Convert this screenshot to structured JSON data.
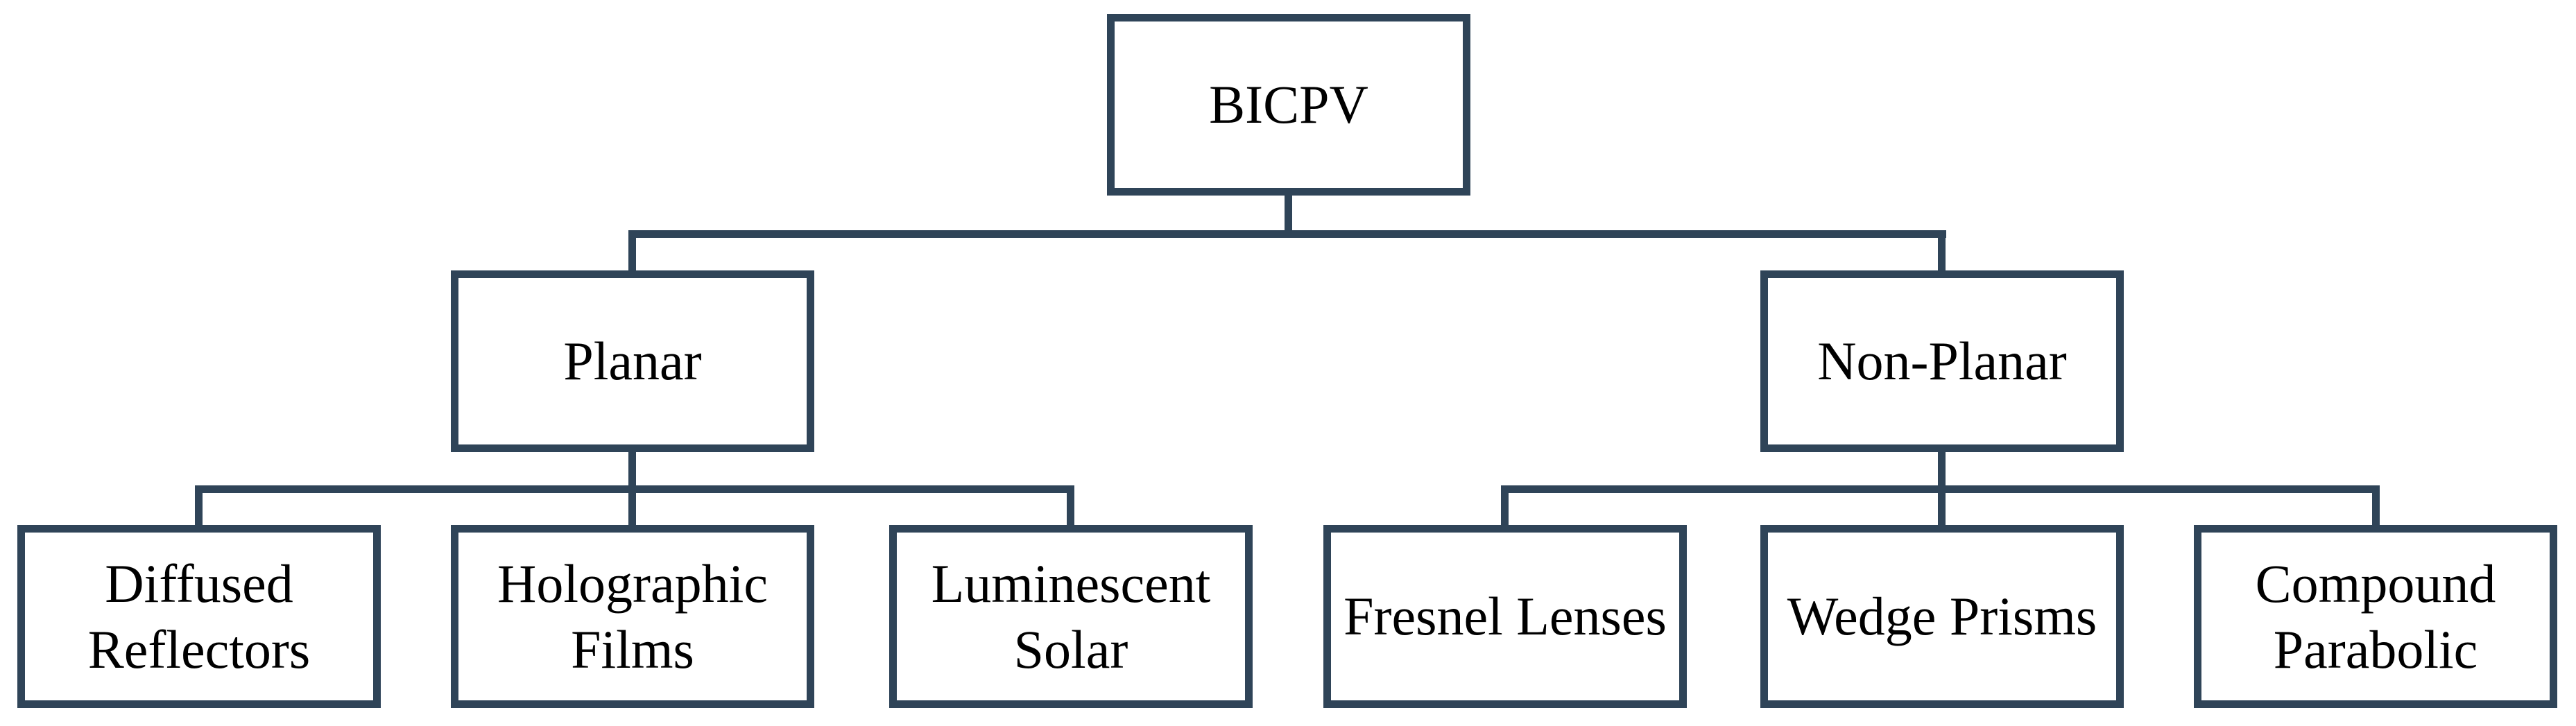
{
  "diagram": {
    "type": "tree",
    "root": {
      "label": "BICPV"
    },
    "branches": [
      {
        "label": "Planar",
        "children": [
          "Diffused Reflectors",
          "Holographic Films",
          "Luminescent Solar"
        ]
      },
      {
        "label": "Non-Planar",
        "children": [
          "Fresnel Lenses",
          "Wedge Prisms",
          "Compound Parabolic"
        ]
      }
    ]
  },
  "colors": {
    "line": "#2F4458",
    "text": "#000000",
    "background": "#FFFFFF"
  }
}
